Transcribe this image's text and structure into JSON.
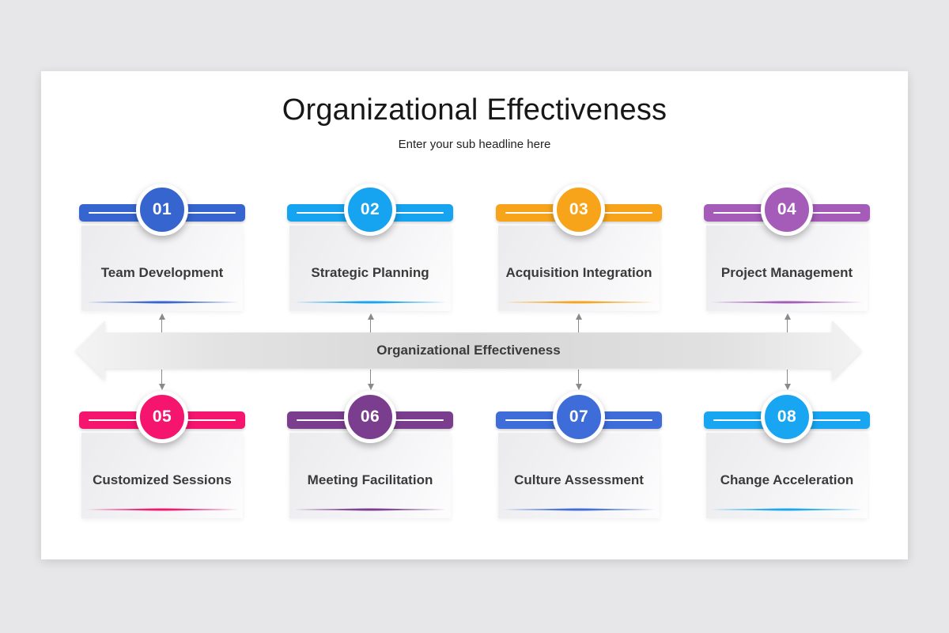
{
  "page": {
    "background": "#e7e7e9"
  },
  "slide": {
    "background": "#ffffff"
  },
  "header": {
    "title": "Organizational Effectiveness",
    "subtitle": "Enter your sub headline here"
  },
  "banner": {
    "label": "Organizational Effectiveness",
    "text_color": "#3b3b3b",
    "gradient_edges": "#f4f4f4",
    "gradient_center": "#d6d6d6"
  },
  "connector_color": "#8a8a8a",
  "card_label_color": "#3a3a3a",
  "cards": [
    {
      "number": "01",
      "label": "Team Development",
      "color": "#3765CF"
    },
    {
      "number": "02",
      "label": "Strategic Planning",
      "color": "#16A3EF"
    },
    {
      "number": "03",
      "label": "Acquisition Integration",
      "color": "#F7A41B"
    },
    {
      "number": "04",
      "label": "Project Management",
      "color": "#A45CB8"
    },
    {
      "number": "05",
      "label": "Customized Sessions",
      "color": "#F5156F"
    },
    {
      "number": "06",
      "label": "Meeting Facilitation",
      "color": "#7B3E8F"
    },
    {
      "number": "07",
      "label": "Culture Assessment",
      "color": "#3E6CD9"
    },
    {
      "number": "08",
      "label": "Change Acceleration",
      "color": "#18A6F2"
    }
  ]
}
